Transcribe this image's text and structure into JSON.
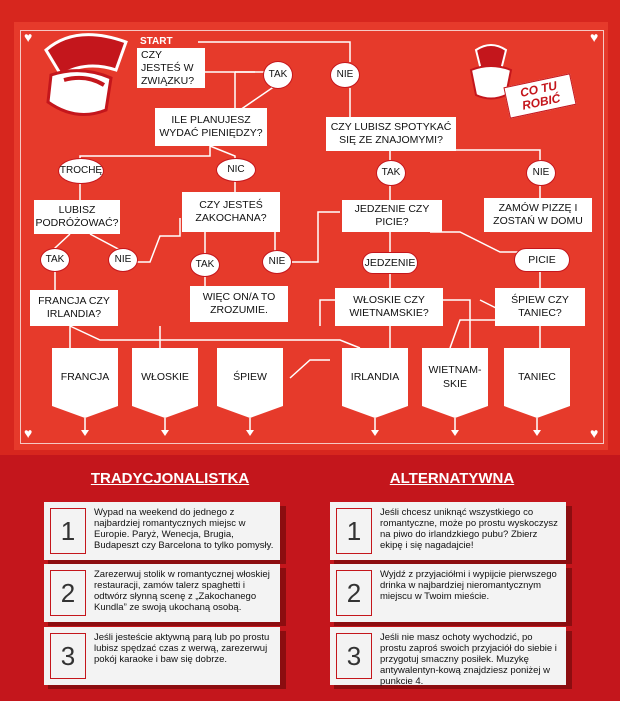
{
  "board": {
    "start_label": "START",
    "title": "CO TU ROBIĆ",
    "hearts": [
      "heart-top-left",
      "heart-top-right",
      "heart-bottom-left",
      "heart-bottom-right"
    ]
  },
  "nodes": {
    "czy_jestes": "CZY JESTEŚ W ZWIĄZKU?",
    "ile_planujesz": "ILE PLANUJESZ WYDAĆ PIENIĘDZY?",
    "czy_lubisz": "CZY LUBISZ SPOTYKAĆ SIĘ ZE ZNAJOMYMI?",
    "lubisz_podrozowac": "LUBISZ PODRÓŻOWAĆ?",
    "czy_zakochana": "CZY JESTEŚ ZAKOCHANA?",
    "jedzenie_czy_picie": "JEDZENIE CZY PICIE?",
    "zamow_pizze": "ZAMÓW PIZZĘ I ZOSTAŃ W DOMU",
    "francja_czy_irlandia": "FRANCJA CZY IRLANDIA?",
    "wiec_ona": "WIĘC ON/A TO ZROZUMIE.",
    "wloskie_czy": "WŁOSKIE CZY WIETNAMSKIE?",
    "spiew_czy_taniec": "ŚPIEW CZY TANIEC?"
  },
  "ovals": {
    "tak1": "TAK",
    "nie1": "NIE",
    "troche": "TROCHĘ",
    "nic": "NIC",
    "tak2": "TAK",
    "nie2": "NIE",
    "tak3": "TAK",
    "nie3": "NIE",
    "tak4": "TAK",
    "nie4": "NIE"
  },
  "pills": {
    "jedzenie": "JEDZENIE",
    "picie": "PICIE"
  },
  "results": [
    "FRANCJA",
    "WŁOSKIE",
    "ŚPIEW",
    "IRLANDIA",
    "WIETNAM-SKIE",
    "TANIEC"
  ],
  "sections": {
    "left_heading": "TRADYCJONALISTKA",
    "right_heading": "ALTERNATYWNA",
    "left": [
      {
        "num": "1",
        "text": "Wypad na weekend do jednego z najbardziej romantycznych miejsc w Europie. Paryż, Wenecja, Brugia, Budapeszt czy Barcelona to tylko pomysły."
      },
      {
        "num": "2",
        "text": "Zarezerwuj stolik w romantycznej włoskiej restauracji, zamów talerz spaghetti i odtwórz słynną scenę z „Zakochanego Kundla” ze swoją ukochaną osobą."
      },
      {
        "num": "3",
        "text": "Jeśli jesteście aktywną parą lub po prostu lubisz spędzać czas z werwą, zarezerwuj pokój karaoke i baw się dobrze."
      }
    ],
    "right": [
      {
        "num": "1",
        "text": "Jeśli chcesz uniknąć wszystkiego co romantyczne, może po prostu wyskoczysz na piwo do irlandzkiego pubu? Zbierz ekipę i się nagadajcie!"
      },
      {
        "num": "2",
        "text": "Wyjdź z przyjaciółmi i wypijcie pierwszego drinka w najbardziej nieromantycznym miejscu w Twoim mieście."
      },
      {
        "num": "3",
        "text": "Jeśli nie masz ochoty wychodzić, po prostu zaproś swoich przyjaciół do siebie i przygotuj smaczny posiłek. Muzykę antywalentyn-kową znajdziesz poniżej w punkcie 4."
      }
    ]
  },
  "colors": {
    "red": "#c4161c",
    "board": "#e63a2b",
    "white": "#ffffff"
  }
}
